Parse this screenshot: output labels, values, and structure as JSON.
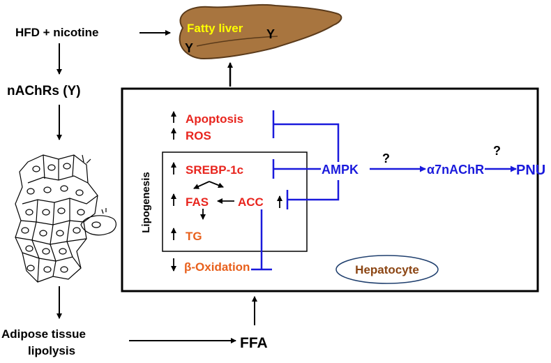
{
  "labels": {
    "hfd_nicotine": "HFD + nicotine",
    "fatty_liver": "Fatty liver",
    "receptor_mark": "Y",
    "nachrs": "nAChRs (Y)",
    "adipose_line1": "Adipose tissue",
    "adipose_line2": "lipolysis",
    "ffa": "FFA",
    "lipogenesis": "Lipogenesis",
    "apoptosis": "Apoptosis",
    "ros": "ROS",
    "srebp": "SREBP-1c",
    "fas": "FAS",
    "acc": "ACC",
    "tg": "TG",
    "beta_oxidation": "β-Oxidation",
    "hepatocyte": "Hepatocyte",
    "ampk": "AMPK",
    "a7nachr": "α7nAChR",
    "pnu": "PNU",
    "question": "?"
  },
  "colors": {
    "black": "#000000",
    "red": "#e8251e",
    "orange": "#e8601c",
    "blue": "#1a1adc",
    "liver_fill": "#a8753f",
    "liver_text": "#ffff00",
    "hepatocyte_text": "#8b4513",
    "hepatocyte_border": "#1f3f6e"
  }
}
